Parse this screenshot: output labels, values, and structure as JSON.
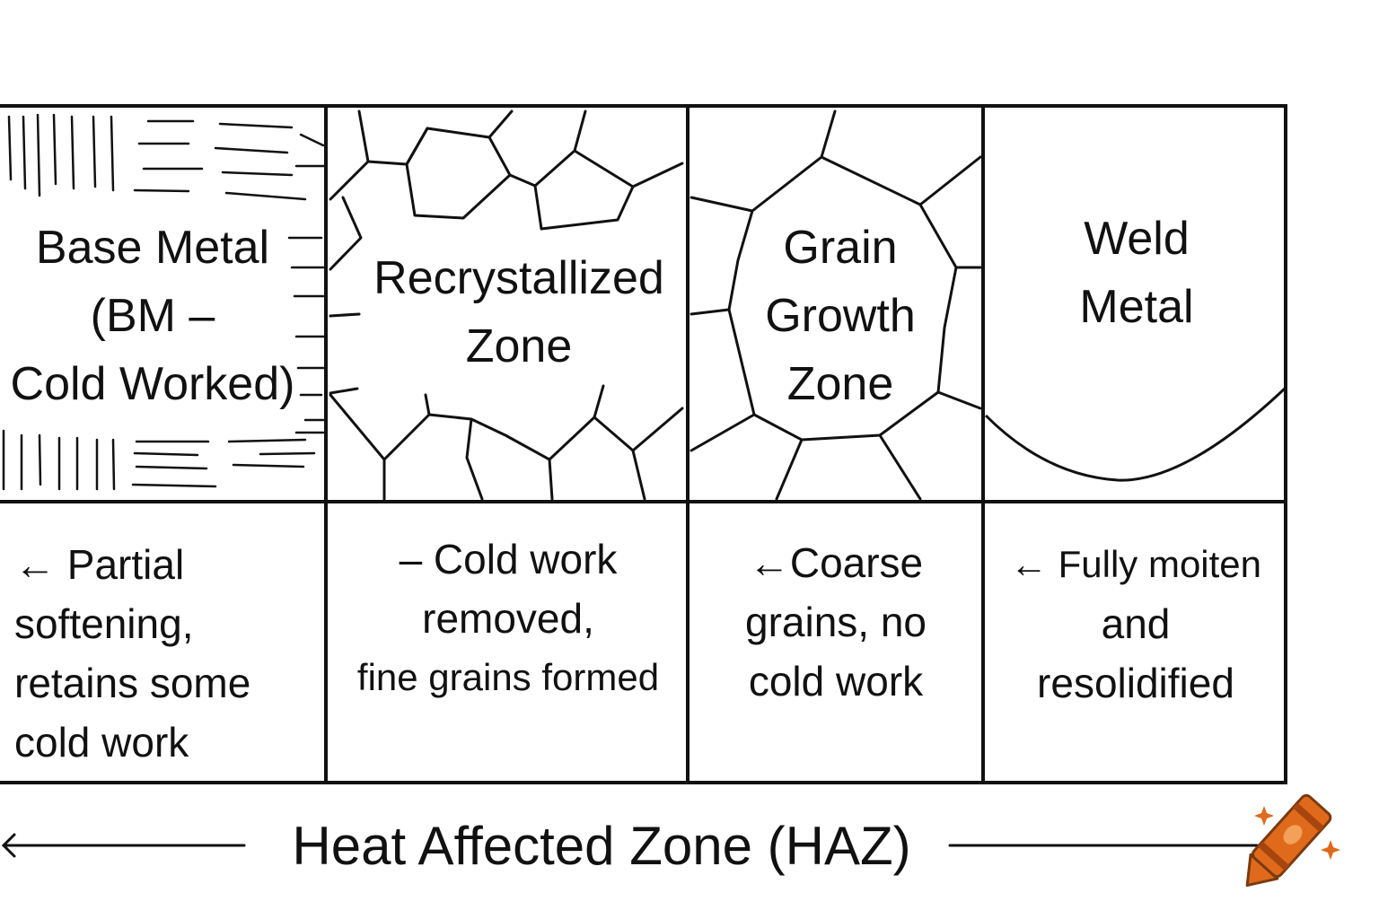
{
  "zones": [
    {
      "id": "base-metal",
      "title_lines": [
        "Base Metal",
        "(BM –",
        "Cold Worked)"
      ],
      "description_lines": [
        "← Partial",
        "softening,",
        "retains some",
        "cold work"
      ]
    },
    {
      "id": "recrystallized",
      "title_lines": [
        "Recrystallized",
        "Zone"
      ],
      "description_lines": [
        "– Cold work",
        "removed,",
        "fine grains formed"
      ]
    },
    {
      "id": "grain-growth",
      "title_lines": [
        "Grain",
        "Growth",
        "Zone"
      ],
      "description_lines": [
        "←Coarse",
        "grains, no",
        "cold work"
      ]
    },
    {
      "id": "weld-metal",
      "title_lines": [
        "Weld",
        "Metal"
      ],
      "description_lines": [
        "← Fully moiten",
        "and",
        "resolidified"
      ]
    }
  ],
  "haz": {
    "label": "Heat Affected Zone (HAZ)"
  },
  "icons": {
    "corner": "crayon-icon"
  },
  "colors": {
    "line": "#111111",
    "accent": "#E06A1B"
  }
}
